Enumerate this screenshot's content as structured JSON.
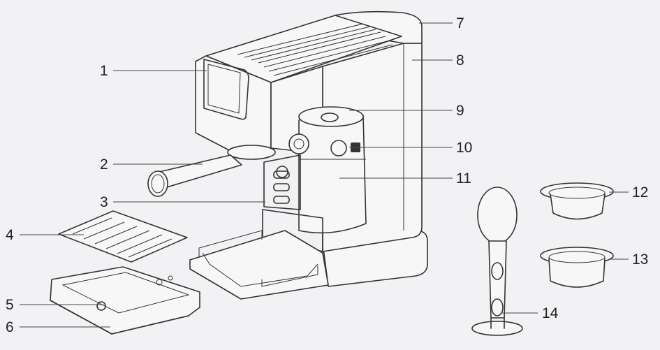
{
  "diagram": {
    "callouts": [
      {
        "num": "1"
      },
      {
        "num": "2"
      },
      {
        "num": "3"
      },
      {
        "num": "4"
      },
      {
        "num": "5"
      },
      {
        "num": "6"
      },
      {
        "num": "7"
      },
      {
        "num": "8"
      },
      {
        "num": "9"
      },
      {
        "num": "10"
      },
      {
        "num": "11"
      },
      {
        "num": "12"
      },
      {
        "num": "13"
      },
      {
        "num": "14"
      }
    ]
  }
}
